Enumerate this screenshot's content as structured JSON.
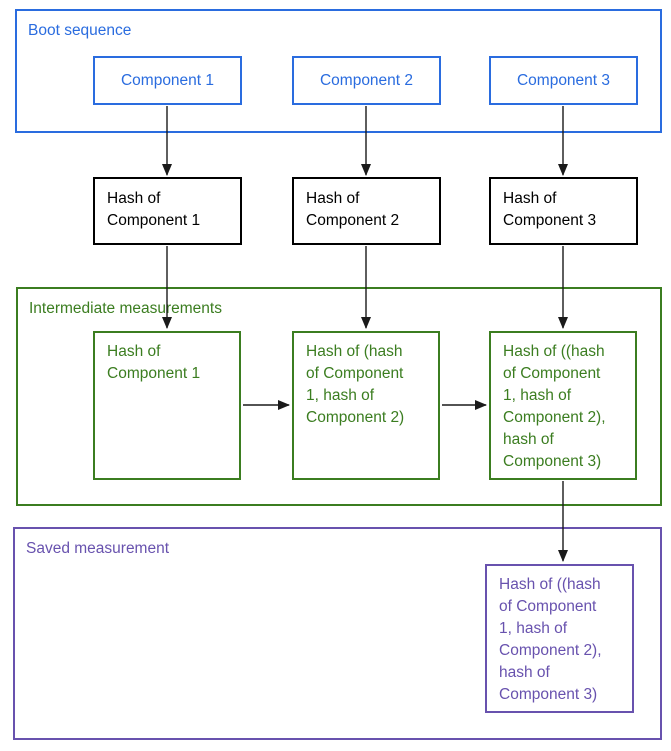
{
  "colors": {
    "blue": "#2a6cdf",
    "green": "#3b7d20",
    "purple": "#6852ae",
    "black": "#000000",
    "arrow": "#1a1a1a"
  },
  "boot_sequence": {
    "label": "Boot sequence",
    "components": [
      "Component 1",
      "Component 2",
      "Component 3"
    ]
  },
  "hash_row": [
    "Hash of Component 1",
    "Hash of Component 2",
    "Hash of Component 3"
  ],
  "intermediate_measurements": {
    "label": "Intermediate measurements",
    "boxes": [
      "Hash of Component 1",
      "Hash of (hash of Component 1, hash of Component 2)",
      "Hash of ((hash of Component 1, hash of Component 2), hash of Component 3)"
    ]
  },
  "saved_measurement": {
    "label": "Saved measurement",
    "box": "Hash of ((hash of Component 1, hash of Component 2), hash of Component 3)"
  }
}
